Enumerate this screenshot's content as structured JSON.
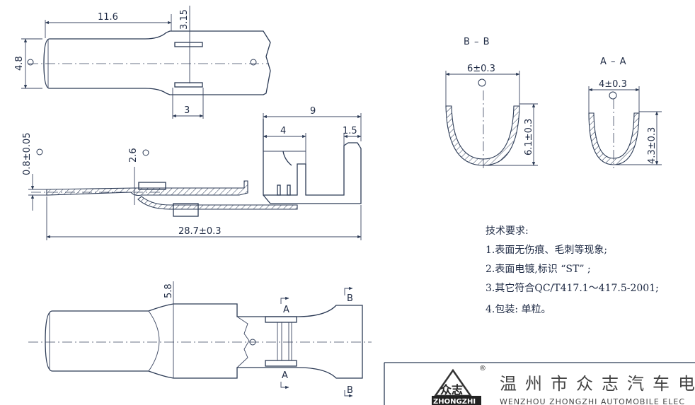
{
  "dimensions": {
    "d_11_6": "11.6",
    "d_3_15": "3.15",
    "d_4_8": "4.8",
    "d_3": "3",
    "d_9": "9",
    "d_4": "4",
    "d_1_5": "1.5",
    "d_0_8": "0.8±0.05",
    "d_2_6": "2.6",
    "d_28_7": "28.7±0.3",
    "d_5_8": "5.8"
  },
  "sections": {
    "bb_label": "B – B",
    "bb_width": "6±0.3",
    "bb_height": "6.1±0.3",
    "aa_label": "A – A",
    "aa_width": "4±0.3",
    "aa_height": "4.3±0.3",
    "cut_a": "A",
    "cut_b": "B"
  },
  "notes": {
    "title": "技术要求:",
    "items": [
      "1.表面无伤痕、毛刺等现象;",
      "2.表面电镀,标识 “ST” ;",
      "3.其它符合QC/T417.1～417.5-2001;",
      "4.包装: 单粒。"
    ]
  },
  "title_block": {
    "logo_mark": "众志",
    "logo_text": "ZHONGZHI",
    "registered": "®",
    "company_cn": "温州市众志汽车电器",
    "company_en": "WENZHOU ZHONGZHI AUTOMOBILE ELEC"
  }
}
